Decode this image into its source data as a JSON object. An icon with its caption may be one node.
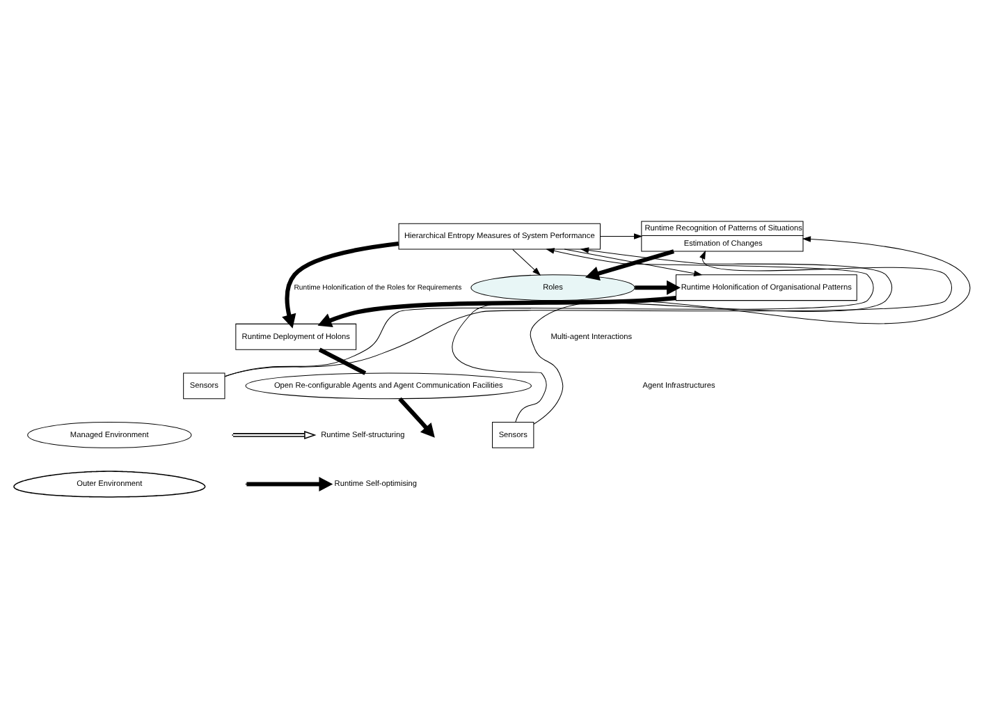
{
  "diagram": {
    "nodes": [
      {
        "text": [
          "Roles"
        ]
      },
      {
        "text": [
          "Runtime Holonification of Organisational Patterns"
        ]
      },
      {
        "text": [
          "Hierarchical Entropy Measures of System Performance"
        ]
      },
      {
        "text": [
          "Runtime Recognition of Patterns of Situations",
          "Estimation of Changes"
        ]
      },
      {
        "text": [
          "Runtime Deployment of Holons"
        ]
      },
      {
        "text": [
          "Sensors"
        ]
      },
      {
        "text": [
          "Open Re-configurable Agents and Agent Communication Facilities"
        ]
      },
      {
        "text": [
          "Sensors"
        ]
      },
      {
        "text": [
          "Managed Environment"
        ]
      },
      {
        "text": [
          "Outer Environment"
        ]
      }
    ],
    "edges": [
      {
        "from": 3,
        "to": 0,
        "arrow": "to",
        "style": "thick"
      },
      {
        "from": 0,
        "to": 1,
        "arrow": "to",
        "style": "thick"
      },
      {
        "from": 1,
        "to": 4,
        "arrow": "to",
        "style": "thick"
      },
      {
        "from": 2,
        "to": 3,
        "arrow": "to"
      },
      {
        "from": 2,
        "to": 4,
        "arrow": "to",
        "style": "thick",
        "label": "Runtime Holonification of the Roles for Requirements"
      },
      {
        "from": 2,
        "to": 0,
        "arrow": "to"
      },
      {
        "from": 2,
        "to": 1,
        "arrow": "to"
      },
      {
        "from": 5,
        "to": 2,
        "arrow": "to"
      },
      {
        "from": 5,
        "to": 3,
        "arrow": "to"
      },
      {
        "from": 7,
        "to": 2,
        "arrow": "to"
      },
      {
        "from": 7,
        "to": 3,
        "arrow": "to"
      },
      {
        "from": 4,
        "to": 6,
        "arrow": "none",
        "style": "thick"
      },
      {
        "from": 6,
        "to": null,
        "arrow": "to",
        "style": "thick"
      }
    ],
    "labels": [
      "Multi-agent Interactions",
      "Agent Infrastructures"
    ],
    "legend": [
      {
        "text": "Runtime Self-structuring"
      },
      {
        "text": "Runtime Self-optimising"
      }
    ]
  }
}
